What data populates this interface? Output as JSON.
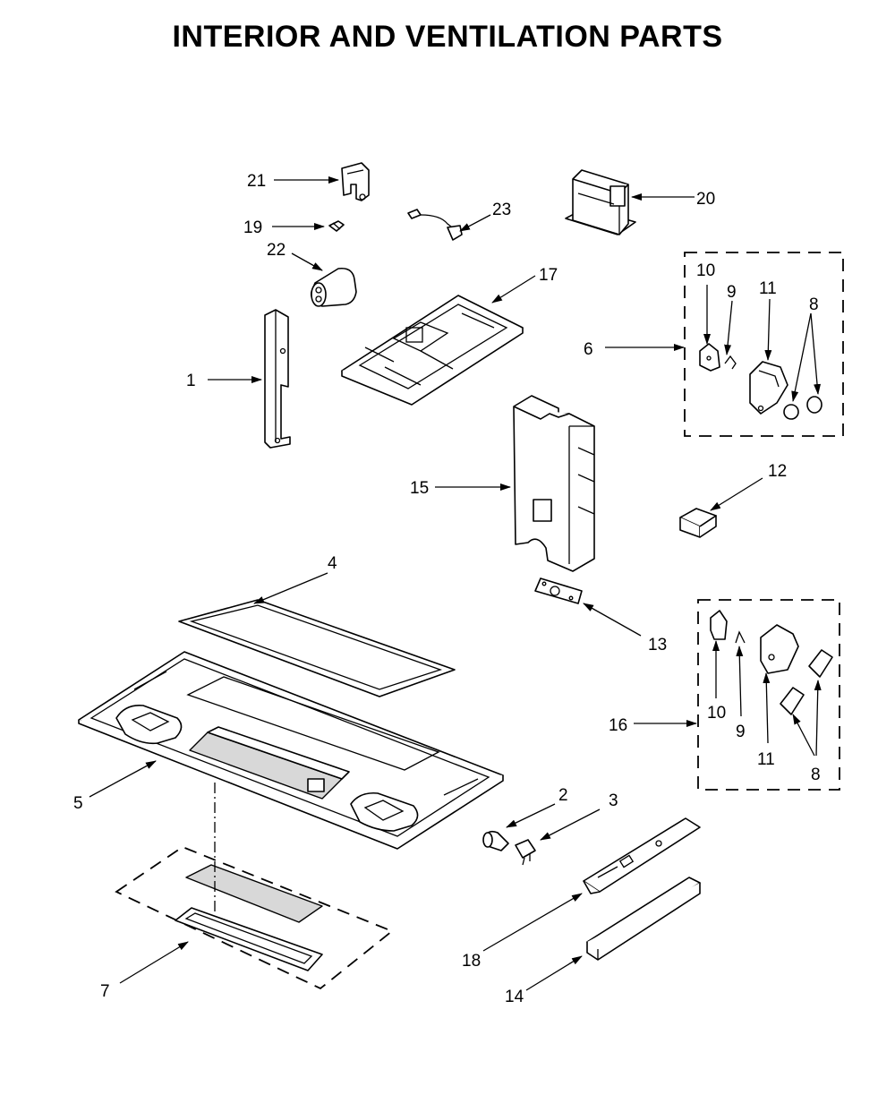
{
  "title": "INTERIOR AND VENTILATION PARTS",
  "callouts": [
    {
      "id": "c21",
      "text": "21"
    },
    {
      "id": "c19",
      "text": "19"
    },
    {
      "id": "c22",
      "text": "22"
    },
    {
      "id": "c23",
      "text": "23"
    },
    {
      "id": "c20",
      "text": "20"
    },
    {
      "id": "c17",
      "text": "17"
    },
    {
      "id": "c1",
      "text": "1"
    },
    {
      "id": "c6",
      "text": "6"
    },
    {
      "id": "c10a",
      "text": "10"
    },
    {
      "id": "c9a",
      "text": "9"
    },
    {
      "id": "c11a",
      "text": "11"
    },
    {
      "id": "c8a",
      "text": "8"
    },
    {
      "id": "c15",
      "text": "15"
    },
    {
      "id": "c12",
      "text": "12"
    },
    {
      "id": "c4",
      "text": "4"
    },
    {
      "id": "c13",
      "text": "13"
    },
    {
      "id": "c16",
      "text": "16"
    },
    {
      "id": "c10b",
      "text": "10"
    },
    {
      "id": "c9b",
      "text": "9"
    },
    {
      "id": "c11b",
      "text": "11"
    },
    {
      "id": "c8b",
      "text": "8"
    },
    {
      "id": "c5",
      "text": "5"
    },
    {
      "id": "c2",
      "text": "2"
    },
    {
      "id": "c3",
      "text": "3"
    },
    {
      "id": "c18",
      "text": "18"
    },
    {
      "id": "c14",
      "text": "14"
    },
    {
      "id": "c7",
      "text": "7"
    }
  ]
}
